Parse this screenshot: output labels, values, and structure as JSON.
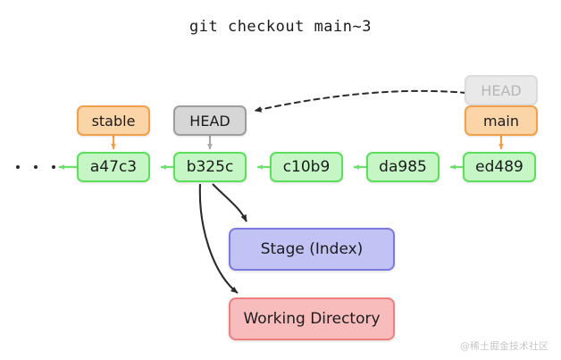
{
  "title": "git checkout main~3",
  "watermark": "@稀土掘金技术社区",
  "commits": [
    {
      "id": "a47c3",
      "label": "a47c3"
    },
    {
      "id": "b325c",
      "label": "b325c"
    },
    {
      "id": "c10b9",
      "label": "c10b9"
    },
    {
      "id": "da985",
      "label": "da985"
    },
    {
      "id": "ed489",
      "label": "ed489"
    }
  ],
  "refs": {
    "stable": "stable",
    "head_active": "HEAD",
    "head_ghost": "HEAD",
    "main": "main"
  },
  "areas": {
    "stage": "Stage (Index)",
    "working_directory": "Working Directory"
  },
  "ellipsis": "· · ·",
  "colors": {
    "commit_fill": "#c6f6c6",
    "commit_border": "#5ce05c",
    "ref_orange_fill": "#fbd5a8",
    "ref_orange_border": "#f0a14a",
    "ref_gray_fill": "#d6d6d6",
    "ref_gray_border": "#9e9e9e",
    "ref_ghost_fill": "#e9e9e9",
    "ref_ghost_text": "#b7b7b7",
    "stage_fill": "#c2c2f4",
    "stage_border": "#7a7ae0",
    "wd_fill": "#f8bcbc",
    "wd_border": "#ef7f7f",
    "arrow_dark": "#2b2b2b",
    "arrow_green": "#6de06d",
    "arrow_orange": "#f0a14a",
    "arrow_gray": "#a8a8a8"
  }
}
